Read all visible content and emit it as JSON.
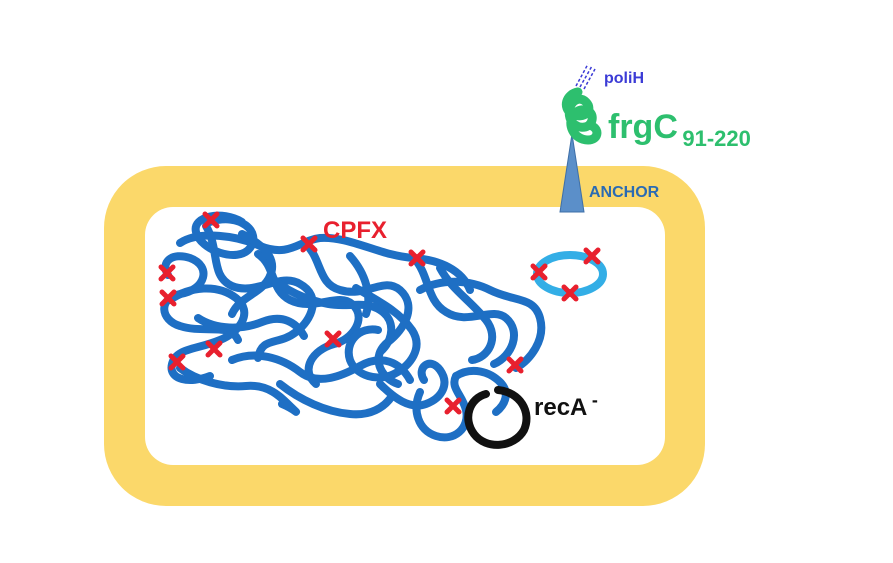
{
  "labels": {
    "drug": "CPFX",
    "tag": "poliH",
    "fragment_main": "frgC",
    "fragment_sub": "91-220",
    "anchor": "ANCHOR",
    "gene_main": "recA",
    "gene_sup": "-"
  },
  "colors": {
    "cell_wall": "#FBD86A",
    "cytoplasm": "#FFFFFF",
    "chromosome": "#1E6FC4",
    "plasmid": "#33AEE6",
    "recA_segment": "#111111",
    "damage_mark": "#E8202E",
    "fragment": "#2DBF6E",
    "anchor": "#5B8FC9",
    "tag_text": "#3B3BD6",
    "anchor_text": "#2A6BB3",
    "drug_text": "#E8202E"
  },
  "icons": {
    "damage": "x-cross-icon",
    "chromosome": "tangled-dna-icon",
    "plasmid": "ring-dna-icon",
    "protein": "coiled-protein-icon",
    "anchor": "triangle-anchor-icon",
    "his_tag": "hatched-tag-icon"
  }
}
